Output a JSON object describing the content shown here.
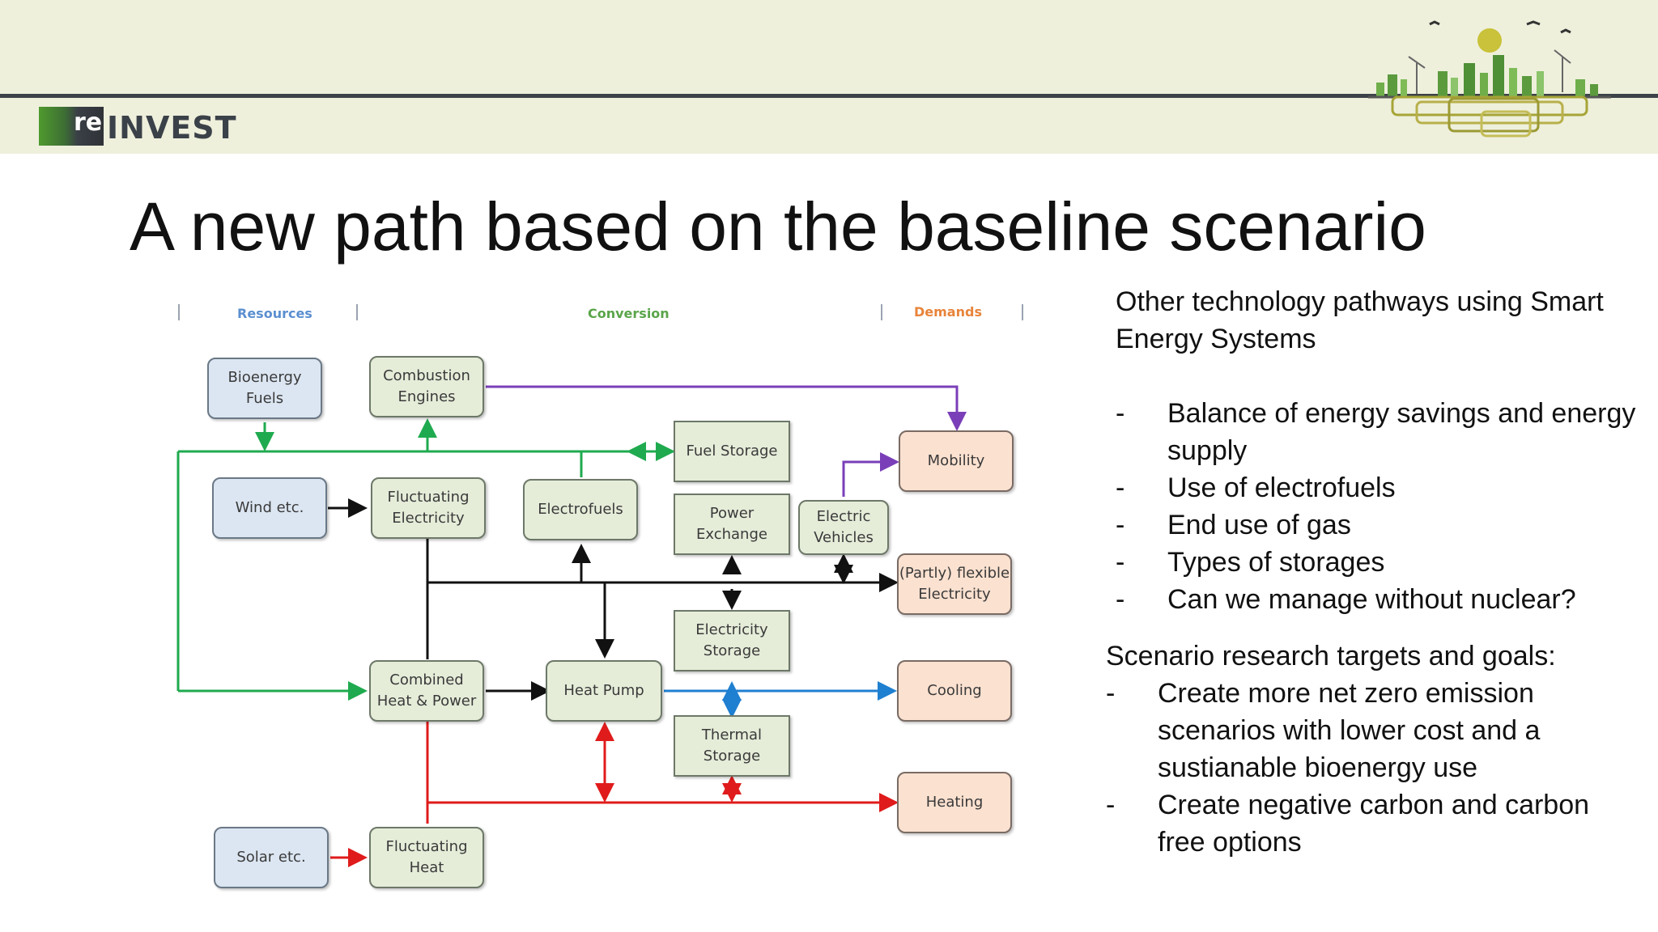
{
  "brand": {
    "logo_mark": "re",
    "logo_text": "INVEST"
  },
  "colors": {
    "band": "#eef0dc",
    "rule": "#3c4248",
    "resources": "#5b8fd0",
    "conversion": "#5aa54a",
    "demands": "#e8843a",
    "green_line": "#1faa4f",
    "purple_line": "#7a3fb8",
    "red_line": "#e01b1b",
    "blue_line": "#1f7fd0",
    "black_line": "#111111"
  },
  "slide": {
    "title": "A new path based on the baseline scenario"
  },
  "diagram": {
    "columns": {
      "resources": "Resources",
      "conversion": "Conversion",
      "demands": "Demands"
    },
    "nodes": {
      "bioenergy_fuels": "Bioenergy\nFuels",
      "wind": "Wind etc.",
      "solar": "Solar etc.",
      "combustion_engines": "Combustion\nEngines",
      "fluctuating_electricity": "Fluctuating\nElectricity",
      "electrofuels": "Electrofuels",
      "combined_heat_power": "Combined\nHeat & Power",
      "heat_pump": "Heat Pump",
      "fluctuating_heat": "Fluctuating\nHeat",
      "fuel_storage": "Fuel Storage",
      "power_exchange": "Power\nExchange",
      "electricity_storage": "Electricity\nStorage",
      "thermal_storage": "Thermal\nStorage",
      "electric_vehicles": "Electric\nVehicles",
      "mobility": "Mobility",
      "flexible_electricity": "(Partly) flexible\nElectricity",
      "cooling": "Cooling",
      "heating": "Heating"
    }
  },
  "side": {
    "intro": "Other technology pathways using Smart Energy Systems",
    "bullets": [
      "Balance of energy savings and energy supply",
      "Use of electrofuels",
      "End use of gas",
      "Types of storages",
      "Can we manage without nuclear?"
    ],
    "section2": "Scenario research targets and goals:",
    "goals": [
      "Create more net zero emission scenarios with lower cost and a sustianable bioenergy use",
      "Create negative carbon and carbon free options"
    ],
    "dash": "-"
  },
  "icons": {
    "skyline": "city-skyline-icon",
    "logo": "reinvest-logo-icon"
  }
}
